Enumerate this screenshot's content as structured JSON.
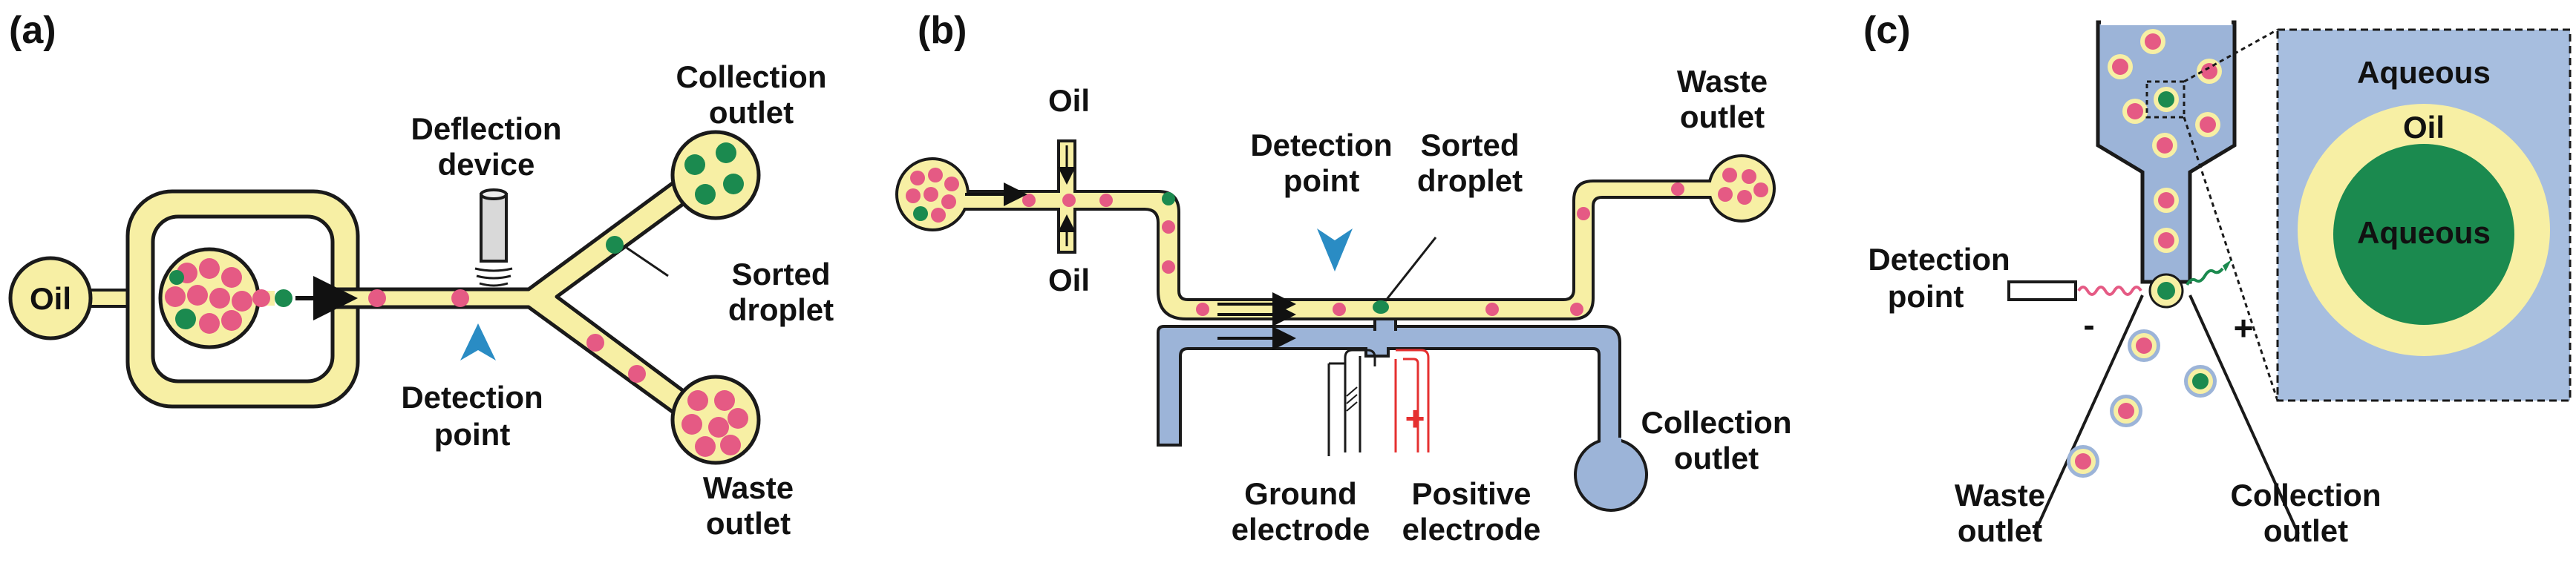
{
  "colors": {
    "channel_fill": "#f7efa4",
    "channel_stroke": "#1a1a1a",
    "droplet_pink": "#e55a84",
    "droplet_green": "#1b8a4f",
    "arrow_blue": "#2a8cc4",
    "electrode_channel": "#9cb4d8",
    "positive_electrode": "#e53030",
    "aqueous_bg": "#a7bedf",
    "oil_ring": "#f7efa4"
  },
  "panel_a": {
    "panel_label": "(a)",
    "oil_label": "Oil",
    "deflection_line1": "Deflection",
    "deflection_line2": "device",
    "collection_line1": "Collection",
    "collection_line2": "outlet",
    "sorted_line1": "Sorted",
    "sorted_line2": "droplet",
    "detection_line1": "Detection",
    "detection_line2": "point",
    "waste_line1": "Waste",
    "waste_line2": "outlet"
  },
  "panel_b": {
    "panel_label": "(b)",
    "oil_top": "Oil",
    "oil_bottom": "Oil",
    "detection_line1": "Detection",
    "detection_line2": "point",
    "sorted_line1": "Sorted",
    "sorted_line2": "droplet",
    "waste_line1": "Waste",
    "waste_line2": "outlet",
    "collection_line1": "Collection",
    "collection_line2": "outlet",
    "ground_line1": "Ground",
    "ground_line2": "electrode",
    "positive_line1": "Positive",
    "positive_line2": "electrode",
    "plus_sign": "+"
  },
  "panel_c": {
    "panel_label": "(c)",
    "detection_line1": "Detection",
    "detection_line2": "point",
    "minus_sign": "-",
    "plus_sign": "+",
    "waste_line1": "Waste",
    "waste_line2": "outlet",
    "collection_line1": "Collection",
    "collection_line2": "outlet",
    "inset_aqueous_outer": "Aqueous",
    "inset_oil": "Oil",
    "inset_aqueous_inner": "Aqueous"
  }
}
